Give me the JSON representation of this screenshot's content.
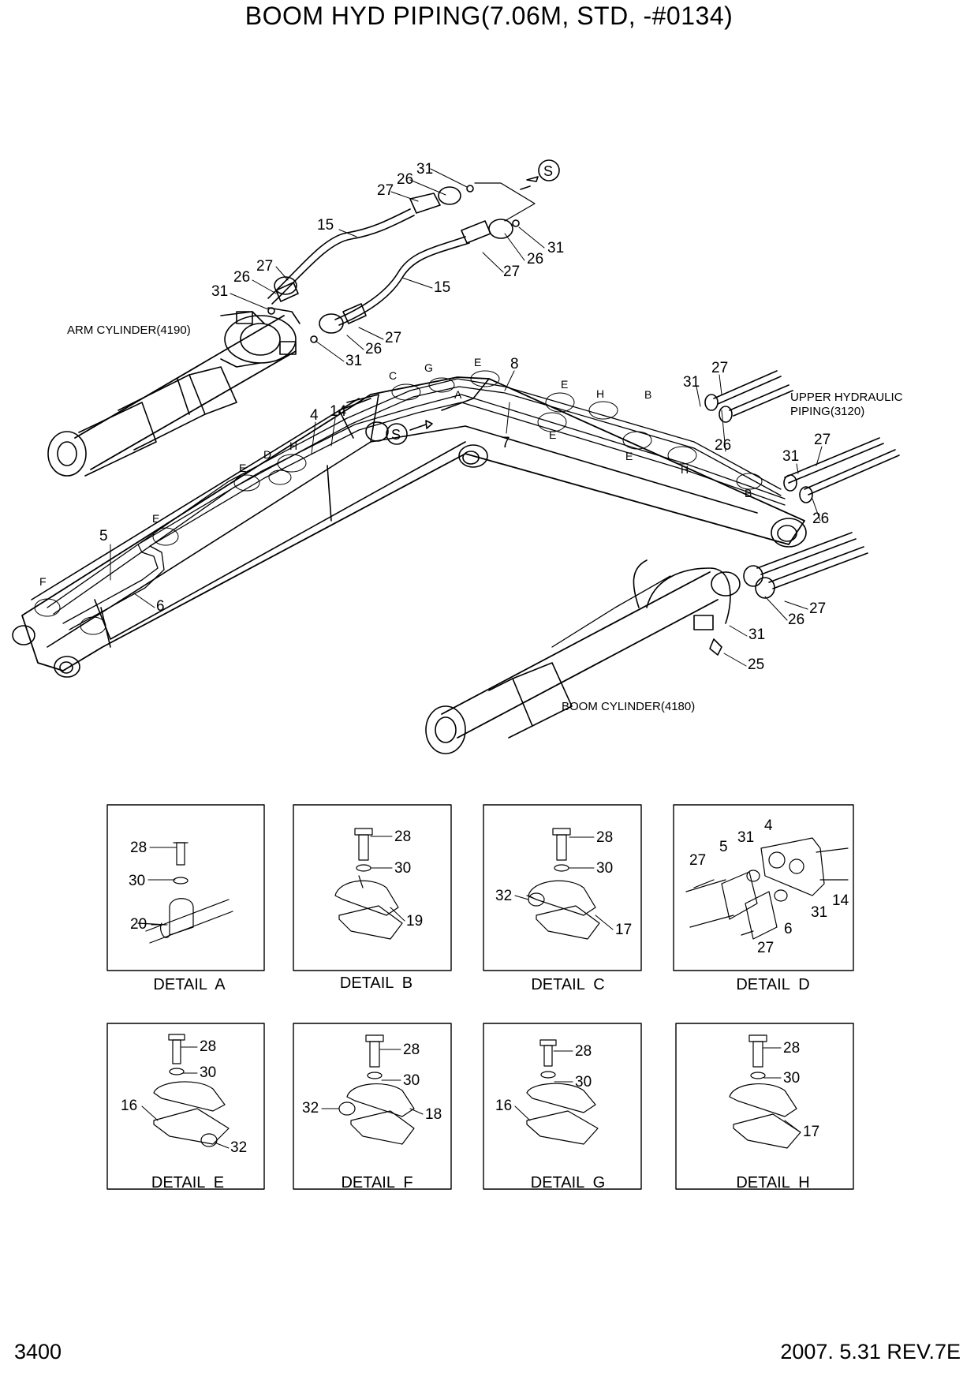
{
  "title": "BOOM HYD PIPING(7.06M, STD, -#0134)",
  "footer": {
    "page": "3400",
    "revision": "2007. 5.31 REV.7E"
  },
  "assembly_labels": {
    "arm_cylinder": "ARM CYLINDER(4190)",
    "boom_cylinder": "BOOM CYLINDER(4180)",
    "upper_piping_1": "UPPER HYDRAULIC",
    "upper_piping_2": "PIPING(3120)",
    "section_marker": "S"
  },
  "callouts": [
    {
      "id": "c1",
      "t": "31"
    },
    {
      "id": "c2",
      "t": "26"
    },
    {
      "id": "c3",
      "t": "27"
    },
    {
      "id": "c4",
      "t": "15"
    },
    {
      "id": "c5",
      "t": "31"
    },
    {
      "id": "c6",
      "t": "26"
    },
    {
      "id": "c7",
      "t": "27"
    },
    {
      "id": "c8",
      "t": "15"
    },
    {
      "id": "c9",
      "t": "27"
    },
    {
      "id": "c10",
      "t": "26"
    },
    {
      "id": "c11",
      "t": "31"
    },
    {
      "id": "c12",
      "t": "27"
    },
    {
      "id": "c13",
      "t": "26"
    },
    {
      "id": "c14",
      "t": "31"
    },
    {
      "id": "c15",
      "t": "8"
    },
    {
      "id": "c16",
      "t": "7"
    },
    {
      "id": "c17",
      "t": "4"
    },
    {
      "id": "c18",
      "t": "14"
    },
    {
      "id": "c19",
      "t": "5"
    },
    {
      "id": "c20",
      "t": "6"
    },
    {
      "id": "c21",
      "t": "27"
    },
    {
      "id": "c22",
      "t": "31"
    },
    {
      "id": "c23",
      "t": "26"
    },
    {
      "id": "c24",
      "t": "27"
    },
    {
      "id": "c25",
      "t": "31"
    },
    {
      "id": "c26",
      "t": "26"
    },
    {
      "id": "c27",
      "t": "27"
    },
    {
      "id": "c28",
      "t": "26"
    },
    {
      "id": "c29",
      "t": "31"
    },
    {
      "id": "c30",
      "t": "25"
    }
  ],
  "detail_markers": [
    {
      "id": "m1",
      "t": "C"
    },
    {
      "id": "m2",
      "t": "G"
    },
    {
      "id": "m3",
      "t": "E"
    },
    {
      "id": "m4",
      "t": "A"
    },
    {
      "id": "m5",
      "t": "E"
    },
    {
      "id": "m6",
      "t": "H"
    },
    {
      "id": "m7",
      "t": "B"
    },
    {
      "id": "m8",
      "t": "E"
    },
    {
      "id": "m9",
      "t": "E"
    },
    {
      "id": "m10",
      "t": "H"
    },
    {
      "id": "m11",
      "t": "B"
    },
    {
      "id": "m12",
      "t": "H"
    },
    {
      "id": "m13",
      "t": "D"
    },
    {
      "id": "m14",
      "t": "E"
    },
    {
      "id": "m15",
      "t": "E"
    },
    {
      "id": "m16",
      "t": "F"
    }
  ],
  "details": [
    {
      "id": "A",
      "caption": "DETAIL  A",
      "labels": [
        "28",
        "30",
        "20"
      ]
    },
    {
      "id": "B",
      "caption": "DETAIL  B",
      "labels": [
        "28",
        "30",
        "19"
      ]
    },
    {
      "id": "C",
      "caption": "DETAIL  C",
      "labels": [
        "28",
        "30",
        "32",
        "17"
      ]
    },
    {
      "id": "D",
      "caption": "DETAIL  D",
      "labels": [
        "4",
        "31",
        "5",
        "27",
        "14",
        "31",
        "6",
        "27"
      ]
    },
    {
      "id": "E",
      "caption": "DETAIL  E",
      "labels": [
        "28",
        "30",
        "16",
        "32"
      ]
    },
    {
      "id": "F",
      "caption": "DETAIL  F",
      "labels": [
        "28",
        "30",
        "32",
        "18"
      ]
    },
    {
      "id": "G",
      "caption": "DETAIL  G",
      "labels": [
        "28",
        "30",
        "16"
      ]
    },
    {
      "id": "H",
      "caption": "DETAIL  H",
      "labels": [
        "28",
        "30",
        "17"
      ]
    }
  ]
}
